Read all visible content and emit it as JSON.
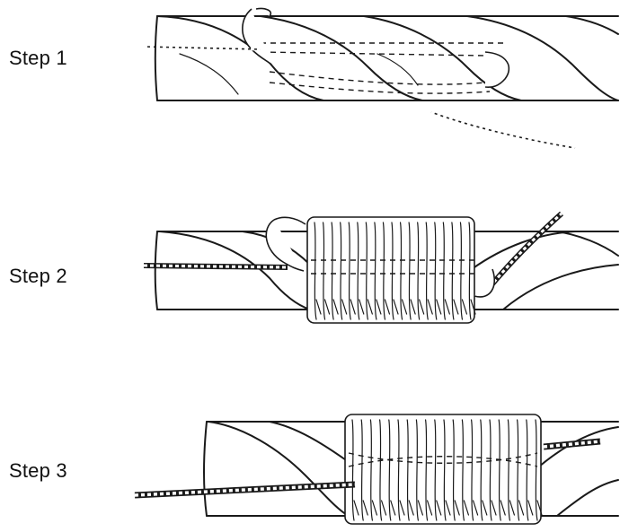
{
  "steps": [
    {
      "label": "Step 1"
    },
    {
      "label": "Step 2"
    },
    {
      "label": "Step 3"
    }
  ],
  "colors": {
    "ink": "#1a1a1a",
    "background": "#ffffff"
  }
}
